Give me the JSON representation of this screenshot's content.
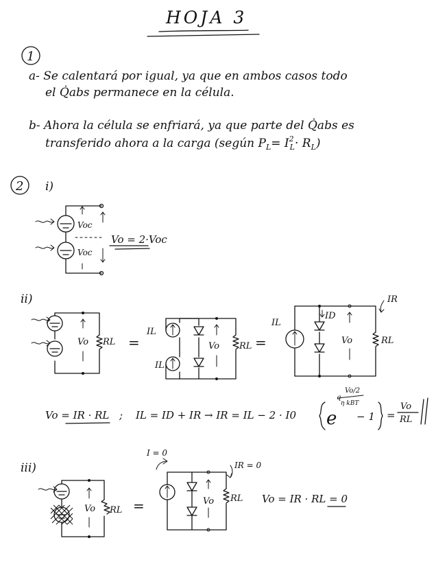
{
  "sheet": {
    "title": "HOJA 3",
    "q1": {
      "number": "1",
      "a_line1": "a- Se calentará por igual, ya que en ambos casos todo",
      "a_line2": "el Q̇abs permanece en la célula.",
      "b_line1": "b- Ahora la célula se enfriará, ya que parte del Q̇abs es",
      "b_line2": "transferido ahora a la carga (según P",
      "b_formula": "= I",
      "b_formula_tail": "· R"
    },
    "q2": {
      "number": "2",
      "part_i": "i)",
      "part_ii": "ii)",
      "part_iii": "iii)",
      "i_circuit": {
        "voc_top": "Voc",
        "voc_bottom": "Voc",
        "vo_result": "Vo = 2·Voc"
      },
      "ii_circuit": {
        "vo": "Vo",
        "rl": "RL",
        "il_top": "IL",
        "il_bottom": "IL",
        "vo_mid": "Vo",
        "rl_mid": "RL",
        "il_right": "IL",
        "id": "ID",
        "ir": "IR",
        "vo_right": "Vo",
        "rl_right": "RL",
        "eq1": "=",
        "eq2": "="
      },
      "ii_equation": {
        "lhs": "Vo = IR · RL",
        "sep": ";",
        "middle": "IL = ID + IR  →  IR = IL − 2 · I0",
        "exp_base": "e",
        "exp_top": "q",
        "exp_num": "Vo/2",
        "exp_den": "η kBT",
        "minus_one": "− 1",
        "equals": "=",
        "frac_num": "Vo",
        "frac_den": "RL"
      },
      "iii_circuit": {
        "vo": "Vo",
        "rl": "RL",
        "eq": "=",
        "i_zero": "I = 0",
        "ir_zero": "IR = 0",
        "vo_mid": "Vo",
        "rl_mid": "RL",
        "result": "Vo = IR · RL = 0"
      }
    }
  }
}
